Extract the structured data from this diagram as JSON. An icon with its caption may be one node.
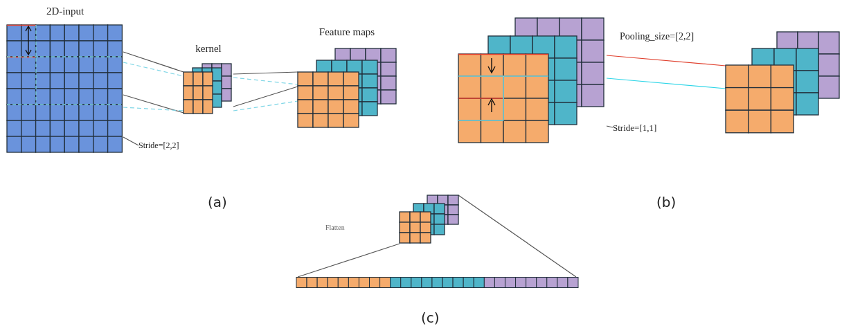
{
  "diagram": {
    "nodes": [
      {
        "text": [
          "2D-input"
        ]
      },
      {
        "text": [
          "kernel"
        ]
      },
      {
        "text": [
          "Feature maps"
        ]
      },
      {
        "text": [
          "Stride=[2,2]"
        ]
      },
      {
        "text": [],
        "shape": "box"
      },
      {
        "text": [],
        "shape": "box"
      },
      {
        "text": [
          "Stride=[1,1]"
        ]
      },
      {
        "text": [],
        "shape": "box"
      },
      {
        "text": [],
        "shape": "bar"
      }
    ],
    "edges": [
      {
        "from": 0,
        "to": 1,
        "arrow": "none"
      },
      {
        "from": 0,
        "to": 1,
        "arrow": "none"
      },
      {
        "from": 0,
        "to": 1,
        "arrow": "none",
        "style": "dashed",
        "color": "#7fd6e6"
      },
      {
        "from": 0,
        "to": 1,
        "arrow": "none",
        "style": "dashed",
        "color": "#7fd6e6"
      },
      {
        "from": 1,
        "to": 2,
        "arrow": "none"
      },
      {
        "from": 1,
        "to": 2,
        "arrow": "none"
      },
      {
        "from": 1,
        "to": 2,
        "arrow": "none",
        "style": "dashed",
        "color": "#7fd6e6"
      },
      {
        "from": 1,
        "to": 2,
        "arrow": "none",
        "style": "dashed",
        "color": "#7fd6e6"
      },
      {
        "from": 3,
        "to": 0,
        "arrow": "none"
      },
      {
        "from": 4,
        "to": 5,
        "arrow": "none",
        "color": "#e0402e"
      },
      {
        "from": 4,
        "to": 5,
        "arrow": "none",
        "color": "#2fd6e8"
      },
      {
        "from": 6,
        "to": 4,
        "arrow": "none"
      },
      {
        "from": 7,
        "to": 8,
        "arrow": "none"
      },
      {
        "from": 7,
        "to": 8,
        "arrow": "none"
      }
    ],
    "labels": [
      "(a)",
      "Pooling_size=[2,2]",
      "(b)",
      "Flatten",
      "(c)"
    ]
  }
}
